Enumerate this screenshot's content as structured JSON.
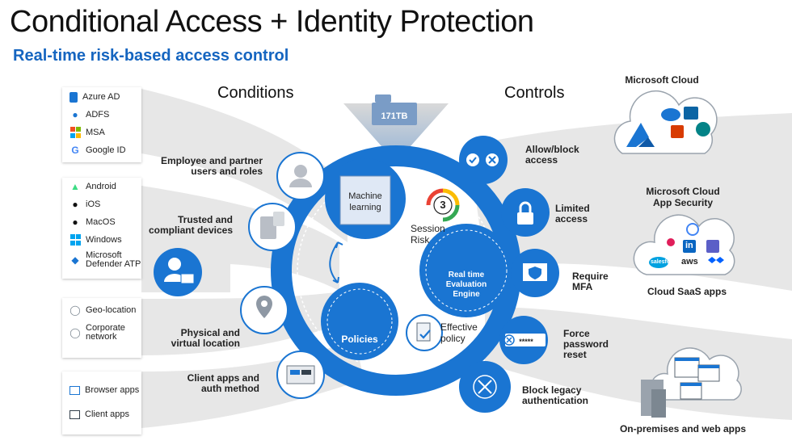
{
  "title": "Conditional Access + Identity Protection",
  "subtitle": "Real-time risk-based access control",
  "headers": {
    "conditions": "Conditions",
    "controls": "Controls"
  },
  "funnel_label": "171TB",
  "center": {
    "machine_learning": [
      "Machine",
      "learning"
    ],
    "session_risk": [
      "Session",
      "Risk"
    ],
    "risk_number": "3",
    "engine": [
      "Real time",
      "Evaluation",
      "Engine"
    ],
    "policies": "Policies",
    "effective_policy": [
      "Effective",
      "policy"
    ]
  },
  "identity_card": [
    {
      "label": "Azure AD",
      "icon": "azure-ad-icon"
    },
    {
      "label": "ADFS",
      "icon": "adfs-icon"
    },
    {
      "label": "MSA",
      "icon": "msa-icon"
    },
    {
      "label": "Google ID",
      "icon": "google-icon"
    }
  ],
  "device_card": [
    {
      "label": "Android",
      "icon": "android-icon"
    },
    {
      "label": "iOS",
      "icon": "apple-icon"
    },
    {
      "label": "MacOS",
      "icon": "apple-icon"
    },
    {
      "label": "Windows",
      "icon": "windows-icon"
    },
    {
      "label": "Microsoft\nDefender ATP",
      "icon": "defender-icon"
    }
  ],
  "location_card": [
    {
      "label": "Geo-location",
      "icon": "globe-icon"
    },
    {
      "label": "Corporate\nnetwork",
      "icon": "network-icon"
    }
  ],
  "app_card": [
    {
      "label": "Browser apps",
      "icon": "browser-icon"
    },
    {
      "label": "Client apps",
      "icon": "client-app-icon"
    }
  ],
  "conditions": [
    "Employee and partner\nusers and roles",
    "Trusted and\ncompliant devices",
    "Physical and\nvirtual location",
    "Client apps and\nauth method"
  ],
  "controls": [
    "Allow/block\naccess",
    "Limited\naccess",
    "Require\nMFA",
    "Force\npassword\nreset",
    "Block legacy\nauthentication"
  ],
  "password_mask": "*****",
  "clouds": {
    "microsoft_cloud": "Microsoft Cloud",
    "mcas": "Microsoft Cloud\nApp Security",
    "saas": "Cloud SaaS apps",
    "onprem": "On-premises and web apps",
    "saas_logos": [
      "salesforce",
      "aws",
      "in"
    ]
  },
  "colors": {
    "accent": "#1a75d2",
    "dark": "#0f5aa8",
    "gray": "#e6e6e6",
    "text": "#222222"
  }
}
